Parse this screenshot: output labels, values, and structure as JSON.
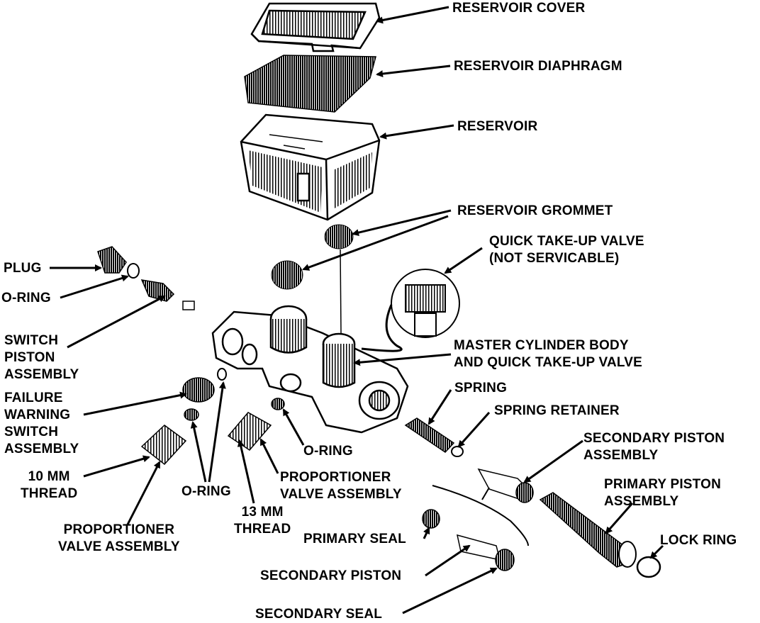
{
  "diagram": {
    "labels": {
      "reservoir_cover": "RESERVOIR COVER",
      "reservoir_diaphragm": "RESERVOIR DIAPHRAGM",
      "reservoir": "RESERVOIR",
      "reservoir_grommet": "RESERVOIR GROMMET",
      "quick_takeup_1": "QUICK TAKE-UP VALVE",
      "quick_takeup_2": "(NOT SERVICABLE)",
      "plug": "PLUG",
      "oring_left": "O-RING",
      "switch_piston_1": "SWITCH",
      "switch_piston_2": "PISTON",
      "switch_piston_3": "ASSEMBLY",
      "master_body_1": "MASTER CYLINDER BODY",
      "master_body_2": "AND QUICK TAKE-UP VALVE",
      "failure_1": "FAILURE",
      "failure_2": "WARNING",
      "failure_3": "SWITCH",
      "failure_4": "ASSEMBLY",
      "spring": "SPRING",
      "spring_retainer": "SPRING RETAINER",
      "secondary_piston_assy_1": "SECONDARY PISTON",
      "secondary_piston_assy_2": "ASSEMBLY",
      "oring_mid": "O-RING",
      "thread_10_1": "10 MM",
      "thread_10_2": "THREAD",
      "proportioner_right_1": "PROPORTIONER",
      "proportioner_right_2": "VALVE ASSEMBLY",
      "primary_piston_1": "PRIMARY PISTON",
      "primary_piston_2": "ASSEMBLY",
      "oring_bottom": "O-RING",
      "thread_13_1": "13 MM",
      "thread_13_2": "THREAD",
      "proportioner_left_1": "PROPORTIONER",
      "proportioner_left_2": "VALVE ASSEMBLY",
      "primary_seal": "PRIMARY SEAL",
      "lock_ring": "LOCK RING",
      "secondary_piston": "SECONDARY PISTON",
      "secondary_seal": "SECONDARY SEAL"
    }
  }
}
